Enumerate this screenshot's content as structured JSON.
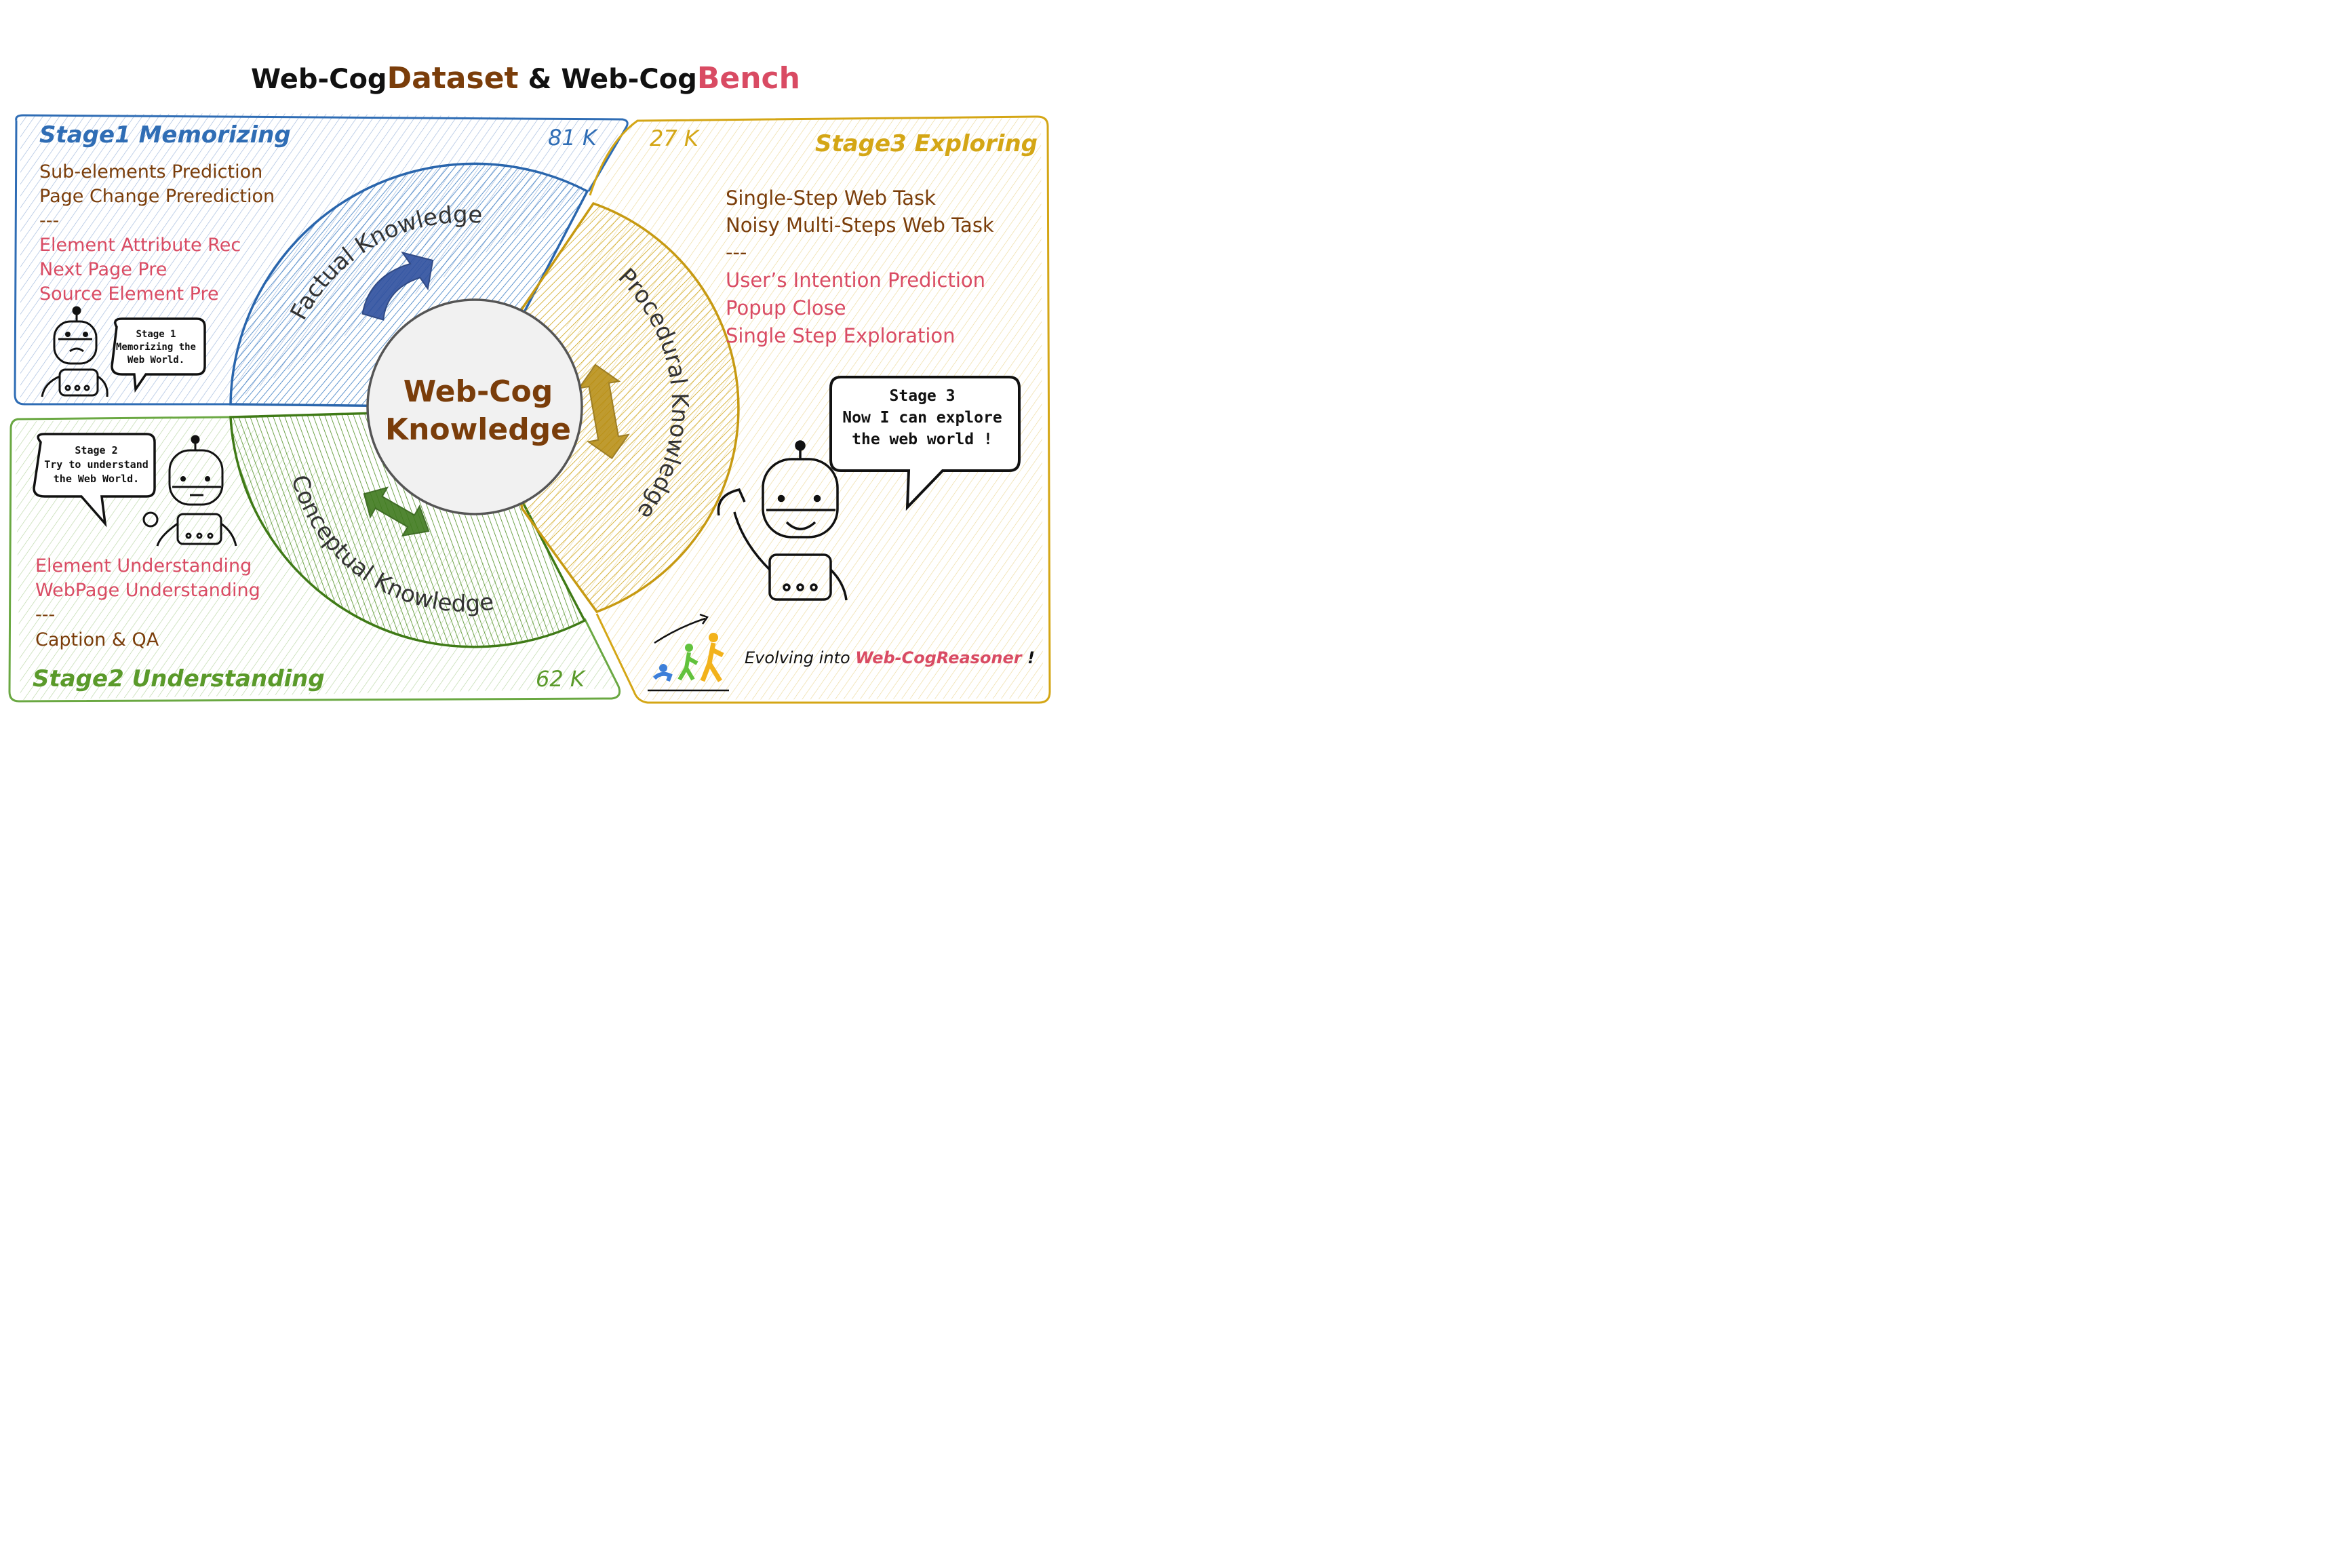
{
  "title": {
    "part1": "Web-Cog",
    "part2": "Dataset",
    "part3": " & Web-Cog",
    "part4": "Bench"
  },
  "colors": {
    "blue": "#2f6db5",
    "green": "#4a8a1e",
    "yellow": "#d4a615",
    "brown": "#7a3d0a",
    "red": "#d94b63",
    "text": "#222222"
  },
  "stage1": {
    "label": "Stage1 Memorizing",
    "count": "81 K",
    "items_main": [
      "Sub-elements Prediction",
      "Page Change Prerediction"
    ],
    "separator": "---",
    "items_sub": [
      "Element Attribute Rec",
      "Next Page Pre",
      "Source Element Pre"
    ],
    "bubble": [
      "Stage 1",
      "Memorizing the",
      "Web World."
    ]
  },
  "stage2": {
    "label": "Stage2 Understanding",
    "count": "62 K",
    "items_sub": [
      "Element Understanding",
      "WebPage Understanding"
    ],
    "separator": "---",
    "items_main": [
      "Caption & QA"
    ],
    "bubble": [
      "Stage 2",
      "Try to understand",
      "the Web World."
    ]
  },
  "stage3": {
    "label": "Stage3 Exploring",
    "count": "27 K",
    "items_main": [
      "Single-Step Web Task",
      "Noisy Multi-Steps Web Task"
    ],
    "separator": "---",
    "items_sub": [
      "User’s Intention Prediction",
      "Popup Close",
      "Single Step Exploration"
    ],
    "bubble": [
      "Stage 3",
      "Now I can explore",
      "the web world !"
    ]
  },
  "center": {
    "line1": "Web-Cog",
    "line2": "Knowledge"
  },
  "sectors": {
    "factual": "Factual Knowledge",
    "conceptual": "Conceptual Knowledge",
    "procedural": "Procedural Knowledge"
  },
  "footer": {
    "prefix": "Evolving into ",
    "highlight": "Web-CogReasoner",
    "suffix": " !"
  }
}
